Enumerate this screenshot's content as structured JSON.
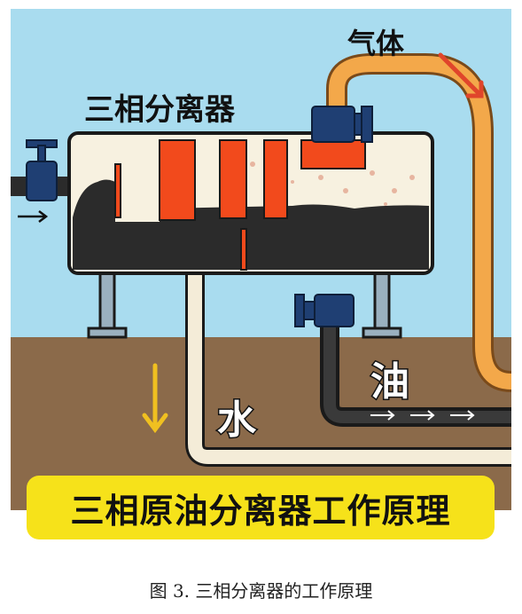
{
  "diagram": {
    "title": "三相分离器",
    "gas_label": "气体",
    "oil_label": "油",
    "water_label": "水",
    "banner": "三相原油分离器工作原理",
    "caption": "图 3.  三相分离器的工作原理"
  },
  "colors": {
    "sky": "#a9dcef",
    "ground": "#8b6a4a",
    "tank": "#f7f1e0",
    "tank_outline": "#1a1a1a",
    "oil": "#2b2b2b",
    "baffle": "#f24a1c",
    "gas_pipe": "#f3a84a",
    "water_pipe": "#f4ecd8",
    "valve": "#1f3f73",
    "banner": "#f6e21a",
    "arrow_red": "#e0452b",
    "arrow_yellow": "#f0c020"
  },
  "icons": [
    "valve-icon",
    "arrow-right-icon",
    "arrow-down-icon",
    "arrow-diagonal-icon"
  ]
}
